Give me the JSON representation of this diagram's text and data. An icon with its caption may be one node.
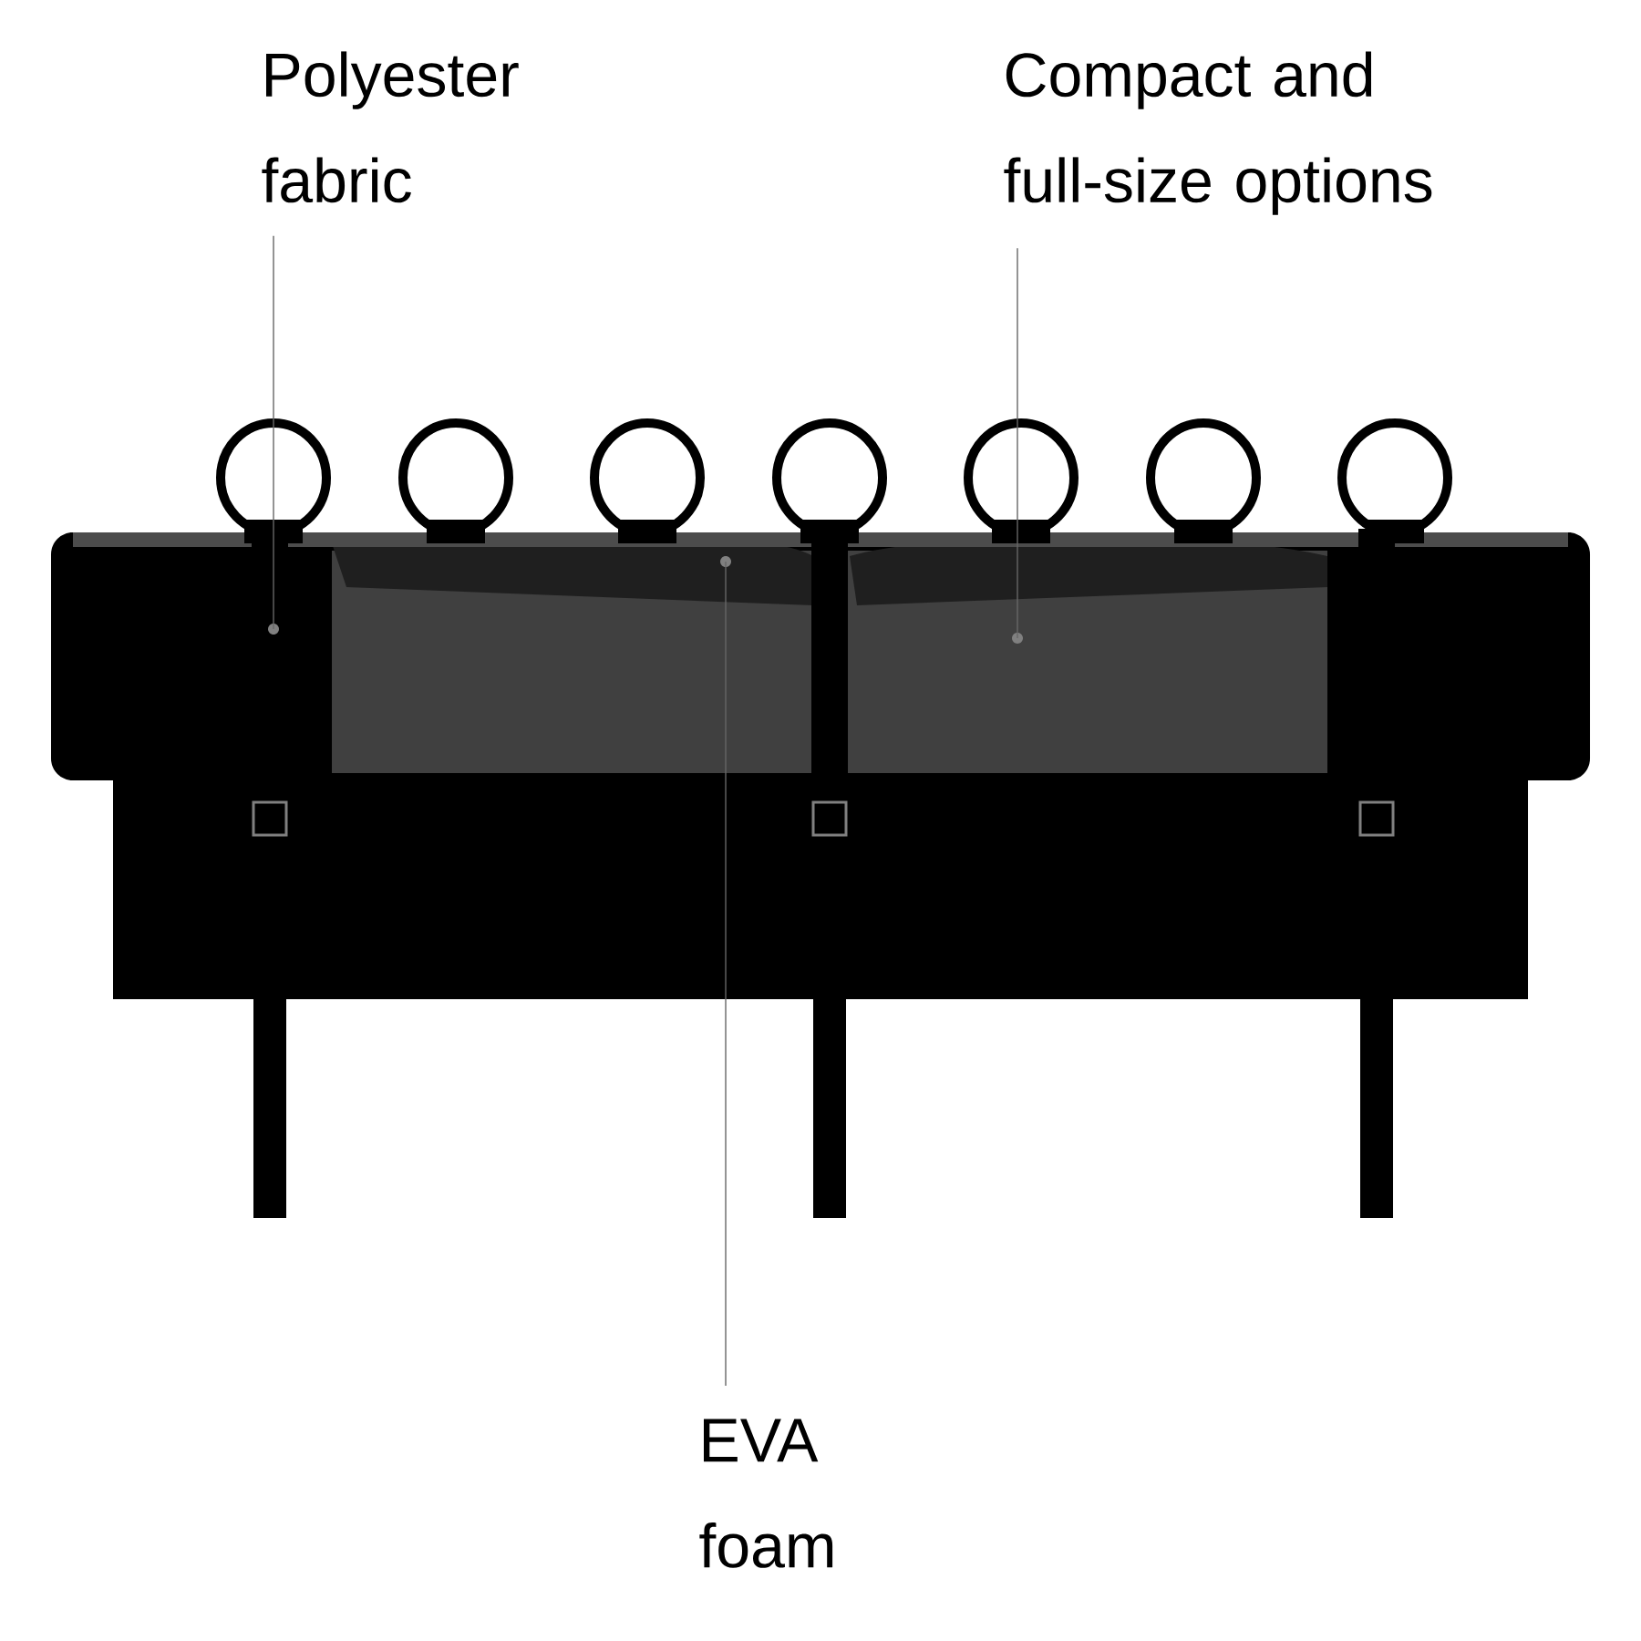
{
  "diagram": {
    "nodes": [
      {
        "text": [
          "Polyester fabric"
        ]
      },
      {
        "text": [
          "Compact and full-size options"
        ]
      },
      {
        "text": [
          "EVA foam"
        ]
      },
      {
        "text": [],
        "shape": "circle"
      },
      {
        "text": [],
        "shape": "circle"
      },
      {
        "text": [],
        "shape": "circle"
      }
    ],
    "edges": [
      {
        "from": 0,
        "to": 3,
        "arrow": "none"
      },
      {
        "from": 2,
        "to": 4,
        "arrow": "none"
      },
      {
        "from": 1,
        "to": 5,
        "arrow": "none"
      }
    ]
  }
}
